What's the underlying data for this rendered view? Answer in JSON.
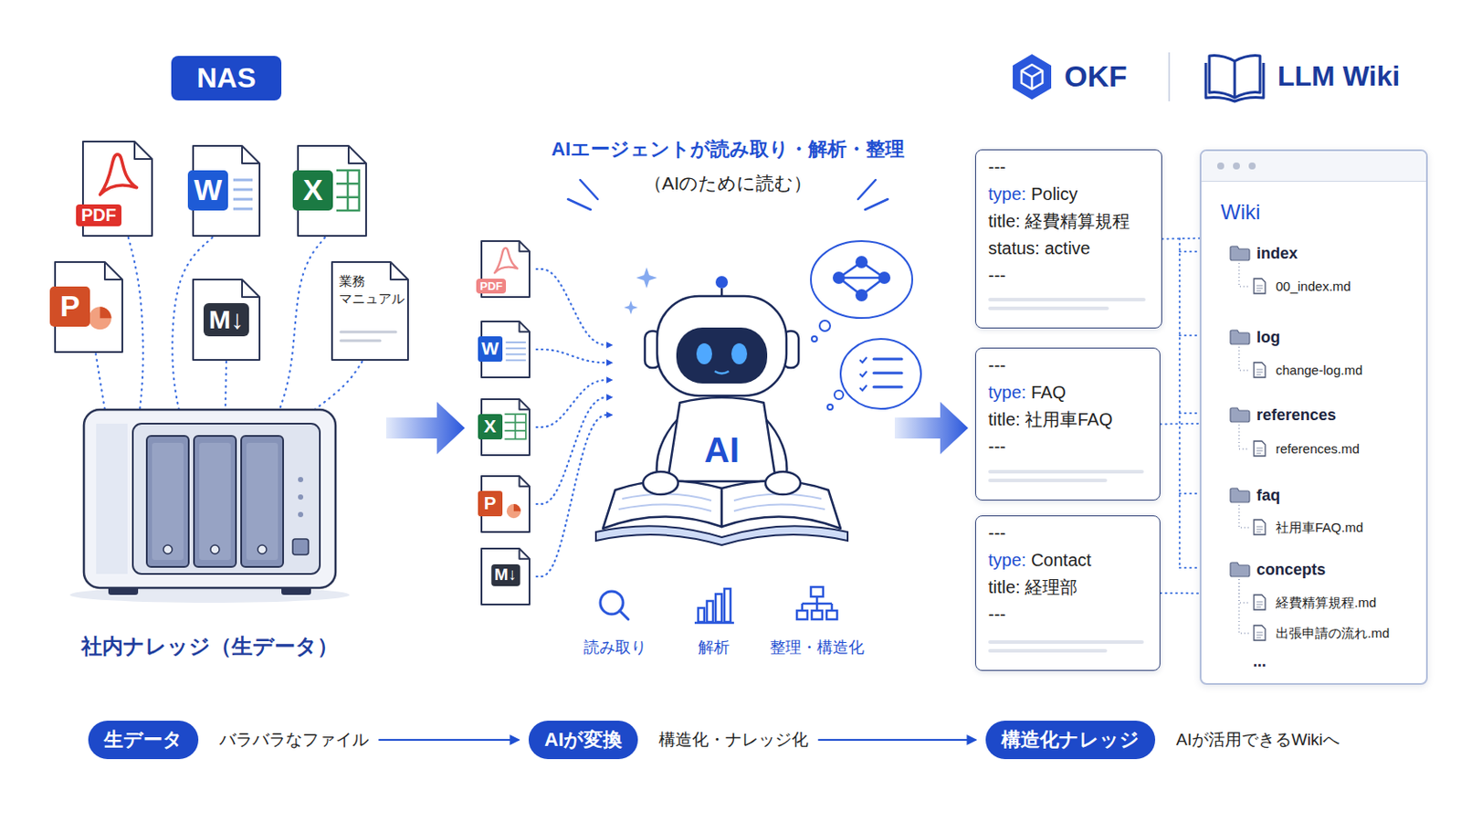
{
  "diagram": {
    "nodes": [
      {
        "text": [
          "NAS"
        ]
      },
      {
        "text": [
          "PDF"
        ]
      },
      {
        "text": [
          "W"
        ]
      },
      {
        "text": [
          "X"
        ]
      },
      {
        "text": [
          "P"
        ]
      },
      {
        "text": [
          "M↓"
        ]
      },
      {
        "text": [
          "業務 マニュアル"
        ]
      },
      {
        "text": [
          "社内ナレッジ（生データ）"
        ]
      },
      {
        "text": [
          "PDF"
        ]
      },
      {
        "text": [
          "W"
        ]
      },
      {
        "text": [
          "X"
        ]
      },
      {
        "text": [
          "P"
        ]
      },
      {
        "text": [
          "M↓"
        ]
      },
      {
        "text": [
          "AI"
        ]
      },
      {
        "text": [
          "---",
          "type: Policy",
          "title: 経費精算規程",
          "status: active",
          "---"
        ]
      },
      {
        "text": [
          "---",
          "type: FAQ",
          "title: 社用車FAQ",
          "---"
        ]
      },
      {
        "text": [
          "---",
          "type: Contact",
          "title: 経理部",
          "---"
        ]
      },
      {
        "text": [
          "Wiki",
          "index",
          "00_index.md",
          "log",
          "change-log.md",
          "references",
          "references.md",
          "faq",
          "社用車FAQ.md",
          "concepts",
          "経費精算規程.md",
          "出張申請の流れ.md",
          "..."
        ]
      },
      {
        "text": [
          "生データ",
          "バラバラなファイル"
        ]
      },
      {
        "text": [
          "AIが変換",
          "構造化・ナレッジ化"
        ]
      },
      {
        "text": [
          "構造化ナレッジ",
          "AIが活用できるWikiへ"
        ]
      }
    ],
    "edges": [
      {
        "from": 1,
        "to": 7,
        "arrow": "none"
      },
      {
        "from": 2,
        "to": 7,
        "arrow": "none"
      },
      {
        "from": 3,
        "to": 7,
        "arrow": "none"
      },
      {
        "from": 4,
        "to": 7,
        "arrow": "none"
      },
      {
        "from": 5,
        "to": 7,
        "arrow": "none"
      },
      {
        "from": 6,
        "to": 7,
        "arrow": "none"
      },
      {
        "from": 8,
        "to": 13,
        "arrow": "to"
      },
      {
        "from": 9,
        "to": 13,
        "arrow": "to"
      },
      {
        "from": 10,
        "to": 13,
        "arrow": "to"
      },
      {
        "from": 11,
        "to": 13,
        "arrow": "to"
      },
      {
        "from": 12,
        "to": 13,
        "arrow": "to"
      },
      {
        "from": 14,
        "to": 17,
        "arrow": "none"
      },
      {
        "from": 15,
        "to": 17,
        "arrow": "none"
      },
      {
        "from": 16,
        "to": 17,
        "arrow": "none"
      },
      {
        "from": 18,
        "to": 19,
        "arrow": "to"
      },
      {
        "from": 19,
        "to": 20,
        "arrow": "to"
      }
    ],
    "labels": [
      "AIエージェントが読み取り・解析・整理",
      "（AIのために読む）",
      "読み取り",
      "解析",
      "整理・構造化",
      "OKF",
      "LLM Wiki"
    ]
  }
}
